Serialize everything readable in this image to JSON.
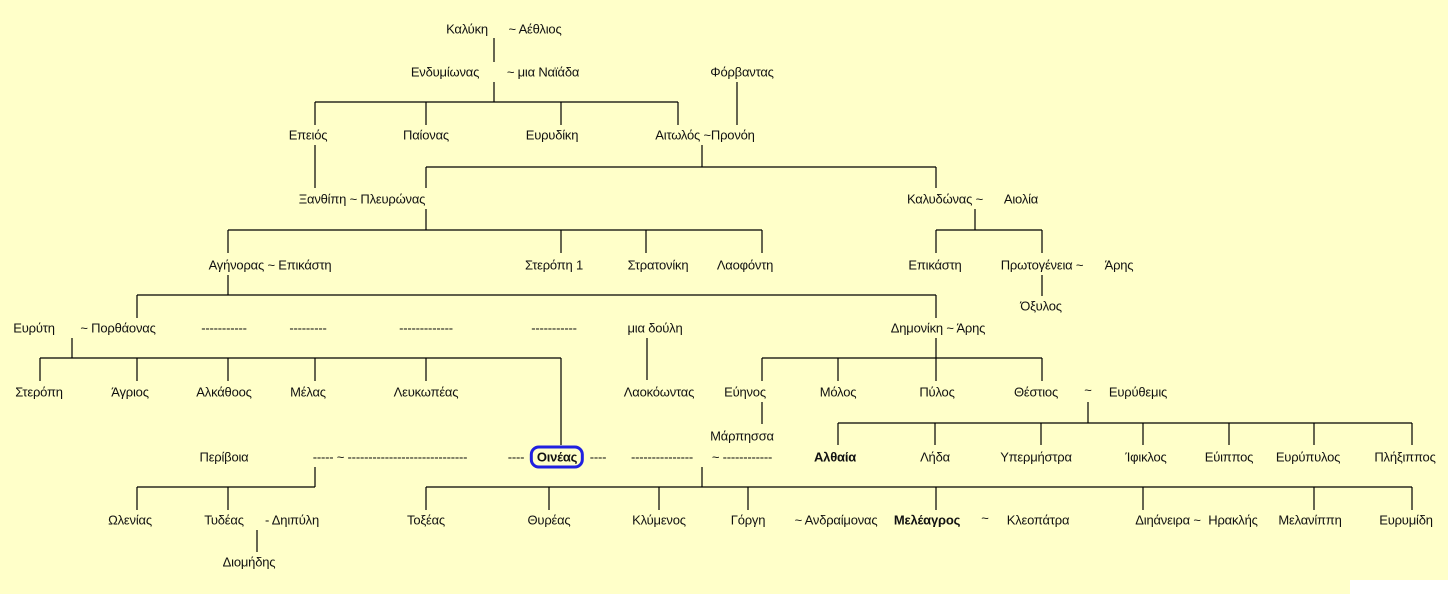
{
  "title": "Γενεαλογικό δέντρο Οινέα",
  "highlight_color": "#2020e0",
  "n": {
    "kalyki": "Καλύκη",
    "aethlios": "~ Αέθλιος",
    "endymionas": "Ενδυμίωνας",
    "naiada": "~ μια Ναϊάδα",
    "forvantas": "Φόρβαντας",
    "epeios": "Επειός",
    "paionas": "Παίονας",
    "eurydiki": "Ευρυδίκη",
    "aitolos": "Αιτωλός ~Προνόη",
    "xanthipi": "Ξανθίπη ~ Πλευρώνας",
    "kalydonas": "Καλυδώνας ~",
    "aiolia": "Αιολία",
    "agenoras": "Αγήνορας ~ Επικάστη",
    "steropi1": "Στερόπη 1",
    "stratoniki": "Στρατονίκη",
    "laofonti": "Λαοφόντη",
    "epikasti": "Επικάστη",
    "protogeneia": "Πρωτογένεια ~",
    "aris1": "Άρης",
    "oxylos": "Όξυλος",
    "euryti": "Ευρύτη",
    "porthaonas": "~ Πορθάονας",
    "dash1": "-----------",
    "dash2": "---------",
    "dash3": "-------------",
    "dash4": "-----------",
    "doulh": "μια δούλη",
    "dimoniki": "Δημονίκη ~ Άρης",
    "steropi": "Στερόπη",
    "agrios": "Άγριος",
    "alkathoos": "Αλκάθοος",
    "melas": "Μέλας",
    "leukopeas": "Λευκωπέας",
    "laokoontas": "Λαοκόωντας",
    "euinos": "Εύηνος",
    "molos": "Μόλος",
    "pylos": "Πύλος",
    "thestios": "Θέστιος",
    "tilde1": "~",
    "eurythemis": "Ευρύθεμις",
    "marpissa": "Μάρπησσα",
    "periboia": "Περίβοια",
    "dash5": "----- ~ -----------------------------",
    "dash6": "----",
    "oineas": "Οινέας",
    "dash7": "----",
    "dash8": "---------------",
    "dash9": "~ ------------",
    "althaia": "Αλθαία",
    "lida": "Λήδα",
    "ypermistra": "Υπερμήστρα",
    "ifiklos": "Ίφικλος",
    "euippos": "Εύιππος",
    "eurypylos": "Ευρύπυλος",
    "plixippos": "Πλήξιππος",
    "olenias": "Ωλενίας",
    "tydeas": "Τυδέας",
    "diipyli": "- Δηιπύλη",
    "toxeas": "Τοξέας",
    "thyreas": "Θυρέας",
    "klymenos": "Κλύμενος",
    "gorgi": "Γόργη",
    "andraimonas": "~ Ανδραίμονας",
    "meleagros": "Μελέαγρος",
    "tilde2": "~",
    "kleopatra": "Κλεοπάτρα",
    "diianeira": "Διηάνειρα ~",
    "iraklis": "Ηρακλής",
    "melanippi": "Μελανίππη",
    "eurymidi": "Ευρυμίδη",
    "diomidis": "Διομήδης"
  }
}
